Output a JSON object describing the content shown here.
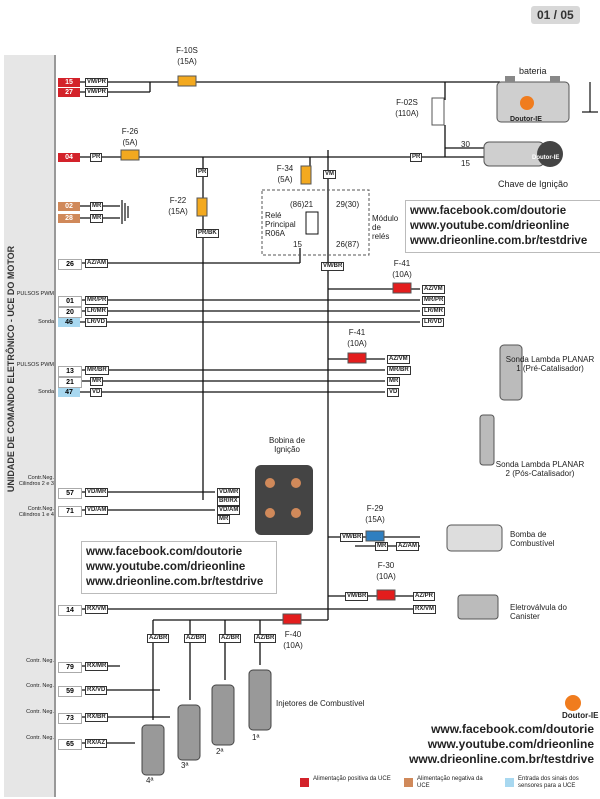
{
  "page": {
    "number": "01 / 05"
  },
  "ucu_title": "UNIDADE DE COMANDO ELETRÔNICO - UCE DO MOTOR",
  "battery_label": "bateria",
  "ignition_switch_label": "Chave de Ignição",
  "ignition_terminals": {
    "t30": "30",
    "t15": "15"
  },
  "fuses": {
    "f10s": {
      "name": "F-10S",
      "rating": "(15A)"
    },
    "f02s": {
      "name": "F-02S",
      "rating": "(110A)"
    },
    "f26": {
      "name": "F-26",
      "rating": "(5A)"
    },
    "f22": {
      "name": "F-22",
      "rating": "(15A)"
    },
    "f34": {
      "name": "F-34",
      "rating": "(5A)"
    },
    "f41a": {
      "name": "F-41",
      "rating": "(10A)"
    },
    "f41b": {
      "name": "F-41",
      "rating": "(10A)"
    },
    "f29": {
      "name": "F-29",
      "rating": "(15A)"
    },
    "f30": {
      "name": "F-30",
      "rating": "(10A)"
    },
    "f40": {
      "name": "F-40",
      "rating": "(10A)"
    }
  },
  "relay": {
    "title": "Relé Principal R06A",
    "module_label": "Módulo de relés",
    "t86": "(86)21",
    "t85": "15",
    "t30": "29(30)",
    "t87": "26(87)"
  },
  "pins": [
    {
      "num": "15",
      "color": "red",
      "wire": "VM/PR"
    },
    {
      "num": "27",
      "color": "red",
      "wire": "VM/PR"
    },
    {
      "num": "04",
      "color": "red",
      "wire": "PR"
    },
    {
      "num": "02",
      "color": "brown",
      "wire": "MR"
    },
    {
      "num": "28",
      "color": "brown",
      "wire": "MR"
    },
    {
      "num": "26",
      "color": "plain",
      "wire": "AZ/AM"
    },
    {
      "num": "01",
      "color": "plain",
      "wire": "MR/PR"
    },
    {
      "num": "20",
      "color": "plain",
      "wire": "LR/MR"
    },
    {
      "num": "46",
      "color": "blue",
      "wire": "LR/VD"
    },
    {
      "num": "13",
      "color": "plain",
      "wire": "MR/BR"
    },
    {
      "num": "21",
      "color": "plain",
      "wire": "MR"
    },
    {
      "num": "47",
      "color": "blue",
      "wire": "VD"
    },
    {
      "num": "57",
      "color": "plain",
      "wire": "VD/MR"
    },
    {
      "num": "71",
      "color": "plain",
      "wire": "VD/AM"
    },
    {
      "num": "14",
      "color": "plain",
      "wire": "RX/VM"
    },
    {
      "num": "79",
      "color": "plain",
      "wire": "RX/MR"
    },
    {
      "num": "59",
      "color": "plain",
      "wire": "RX/VD"
    },
    {
      "num": "73",
      "color": "plain",
      "wire": "RX/BR"
    },
    {
      "num": "65",
      "color": "plain",
      "wire": "RX/AZ"
    }
  ],
  "side_labels": {
    "pwm1": "PULSOS PWM",
    "sonda1": "Sonda",
    "pwm2": "PULSOS PWM",
    "sonda2": "Sonda",
    "coil_ctrl1": "Contr.Neg. Cilindros 2 e 3",
    "coil_ctrl2": "Contr.Neg. Cilindros 1 e 4",
    "inj_ctrl1": "Contr. Neg.",
    "inj_ctrl2": "Contr. Neg.",
    "inj_ctrl3": "Contr. Neg.",
    "inj_ctrl4": "Contr. Neg."
  },
  "wire_codes": {
    "pr_vertical": "PR",
    "pr_bk": "PR/BK",
    "vm": "VM",
    "vm_br": "VM/BR",
    "pr_top": "PR",
    "lambda1": [
      "AZ/VM",
      "MR/PR",
      "LR/MR",
      "LR/VD"
    ],
    "lambda2": [
      "AZ/VM",
      "MR/BR",
      "MR",
      "VD"
    ],
    "coil": [
      "VD/MR",
      "BR/RX",
      "VD/AM",
      "MR"
    ],
    "pump": [
      "VM/BR",
      "MR",
      "AZ/AM"
    ],
    "canister": [
      "VM/BR",
      "AZ/PR",
      "RX/VM"
    ],
    "injectors": [
      "AZ/BR",
      "AZ/BR",
      "AZ/BR",
      "AZ/BR"
    ]
  },
  "components": {
    "lambda1": "Sonda Lambda PLANAR 1 (Pré-Catalisador)",
    "lambda2": "Sonda Lambda PLANAR 2 (Pós-Catalisador)",
    "coil": "Bobina de Ignição",
    "pump": "Bomba de Combustível",
    "canister": "Eletroválvula do Canister",
    "injectors": "Injetores de Combustível",
    "injector_numbers": [
      "1ª",
      "2ª",
      "3ª",
      "4ª"
    ]
  },
  "brand": "Doutor-IE",
  "social": {
    "facebook": "www.facebook.com/doutorie",
    "youtube": "www.youtube.com/drieonline",
    "site": "www.drieonline.com.br/testdrive"
  },
  "legend": [
    {
      "label": "Alimentação positiva da UCE",
      "color": "#d3222a"
    },
    {
      "label": "Alimentação negativa da UCE",
      "color": "#d0895a"
    },
    {
      "label": "Entrada dos sinais dos sensores para a UCE",
      "color": "#a8d8f0"
    }
  ]
}
